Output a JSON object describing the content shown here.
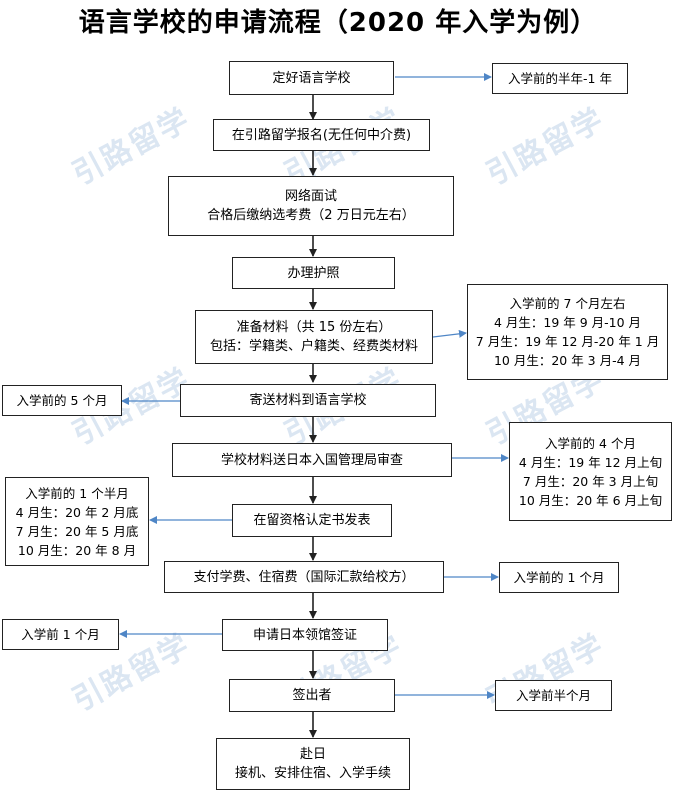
{
  "title": "语言学校的申请流程（2020 年入学为例）",
  "watermark": "引路留学",
  "steps": {
    "choose_school": "定好语言学校",
    "apply_agency": "在引路留学报名(无任何中介费)",
    "interview": {
      "line1": "网络面试",
      "line2": "合格后缴纳选考费（2 万日元左右）"
    },
    "passport": "办理护照",
    "materials": {
      "line1": "准备材料（共 15 份左右）",
      "line2": "包括：学籍类、户籍类、经费类材料"
    },
    "send_materials": "寄送材料到语言学校",
    "immigration_review": "学校材料送日本入国管理局审查",
    "coe_issued": "在留资格认定书发表",
    "pay_fees": "支付学费、住宿费（国际汇款给校方）",
    "visa_apply": "申请日本领馆签证",
    "visa_issued": "签出者",
    "depart": {
      "line1": "赴日",
      "line2": "接机、安排住宿、入学手续"
    }
  },
  "notes": {
    "choose_school": "入学前的半年-1 年",
    "materials": {
      "line1": "入学前的 7 个月左右",
      "line2": "4 月生：19 年 9 月-10 月",
      "line3": "7 月生：19 年 12 月-20 年 1 月",
      "line4": "10 月生：20 年 3 月-4 月"
    },
    "send_materials": "入学前的 5 个月",
    "immigration_review": {
      "line1": "入学前的 4 个月",
      "line2": "4 月生：19 年 12 月上旬",
      "line3": "7 月生：20 年 3 月上旬",
      "line4": "10 月生：20 年 6 月上旬"
    },
    "coe_issued": {
      "line1": "入学前的 1 个半月",
      "line2": "4 月生：20 年 2 月底",
      "line3": "7 月生：20 年 5 月底",
      "line4": "10 月生：20 年 8 月"
    },
    "pay_fees": "入学前的 1 个月",
    "visa_apply": "入学前 1 个月",
    "visa_issued": "入学前半个月"
  },
  "colors": {
    "main_arrow": "#222222",
    "side_arrow": "#4f86c6",
    "watermark": "#dbe6f2"
  }
}
